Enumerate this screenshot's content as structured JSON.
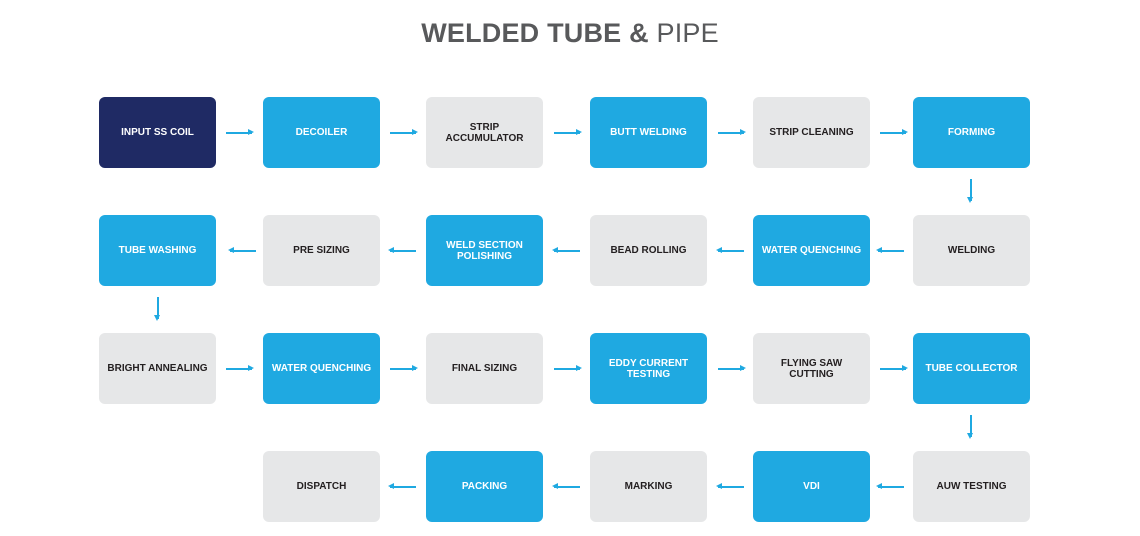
{
  "title": {
    "bold": "WELDED TUBE &",
    "light": "PIPE"
  },
  "colors": {
    "blue": "#1fa9e1",
    "grey": "#e6e7e8",
    "navy": "#1f2a64"
  },
  "steps": [
    "INPUT SS COIL",
    "DECOILER",
    "STRIP ACCUMULATOR",
    "BUTT WELDING",
    "STRIP CLEANING",
    "FORMING",
    "WELDING",
    "WATER QUENCHING",
    "BEAD ROLLING",
    "WELD SECTION POLISHING",
    "PRE SIZING",
    "TUBE WASHING",
    "BRIGHT ANNEALING",
    "WATER QUENCHING",
    "FINAL SIZING",
    "EDDY CURRENT TESTING",
    "FLYING SAW CUTTING",
    "TUBE COLLECTOR",
    "AUW TESTING",
    "VDI",
    "MARKING",
    "PACKING",
    "DISPATCH"
  ]
}
